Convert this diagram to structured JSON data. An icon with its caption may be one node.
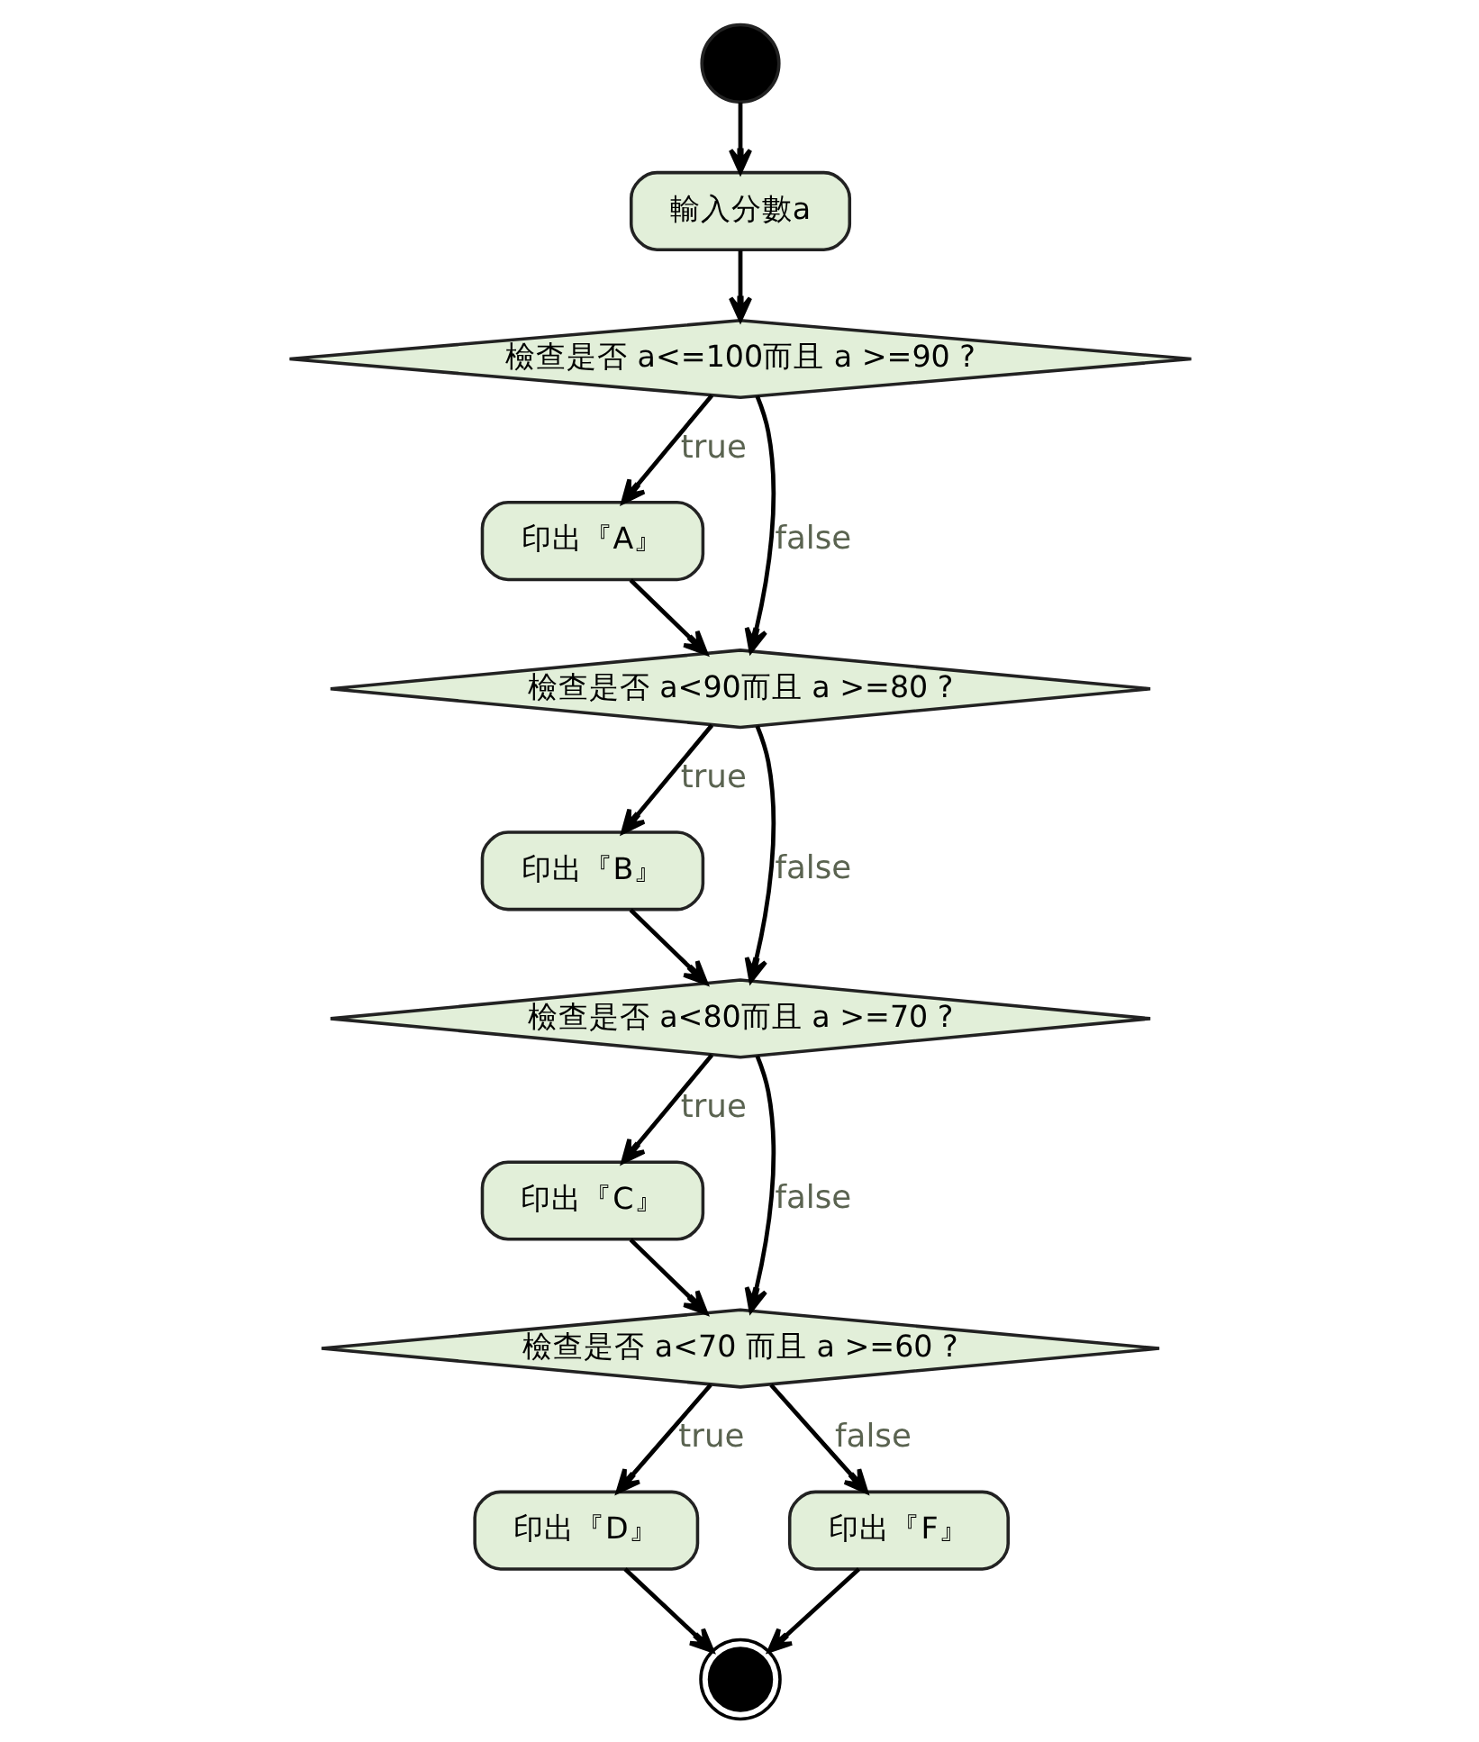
{
  "diagram": {
    "nodes": [
      {
        "text": [],
        "shape": "circle"
      },
      {
        "text": [
          "輸入分數a"
        ]
      },
      {
        "text": [
          "檢查是否 a<=100而且 a >=90 ?"
        ]
      },
      {
        "text": [
          "印出『A』"
        ]
      },
      {
        "text": [
          "檢查是否 a<90而且 a >=80 ?"
        ]
      },
      {
        "text": [
          "印出『B』"
        ]
      },
      {
        "text": [
          "檢查是否 a<80而且 a >=70 ?"
        ]
      },
      {
        "text": [
          "印出『C』"
        ]
      },
      {
        "text": [
          "檢查是否 a<70 而且 a >=60 ?"
        ]
      },
      {
        "text": [
          "印出『D』"
        ]
      },
      {
        "text": [
          "印出『F』"
        ]
      },
      {
        "text": [],
        "shape": "circle"
      }
    ],
    "edges": [
      {
        "from": 0,
        "to": 1,
        "arrow": "to"
      },
      {
        "from": 1,
        "to": 2,
        "arrow": "to"
      },
      {
        "from": 2,
        "to": 3,
        "label": "true",
        "arrow": "to"
      },
      {
        "from": 2,
        "to": 4,
        "label": "false",
        "arrow": "to"
      },
      {
        "from": 3,
        "to": 4,
        "arrow": "to"
      },
      {
        "from": 4,
        "to": 5,
        "label": "true",
        "arrow": "to"
      },
      {
        "from": 4,
        "to": 6,
        "label": "false",
        "arrow": "to"
      },
      {
        "from": 5,
        "to": 6,
        "arrow": "to"
      },
      {
        "from": 6,
        "to": 7,
        "label": "true",
        "arrow": "to"
      },
      {
        "from": 6,
        "to": 8,
        "label": "false",
        "arrow": "to"
      },
      {
        "from": 7,
        "to": 8,
        "arrow": "to"
      },
      {
        "from": 8,
        "to": 9,
        "label": "true",
        "arrow": "to"
      },
      {
        "from": 8,
        "to": 10,
        "label": "false",
        "arrow": "to"
      },
      {
        "from": 9,
        "to": 11,
        "arrow": "to"
      },
      {
        "from": 10,
        "to": 11,
        "arrow": "to"
      }
    ]
  }
}
